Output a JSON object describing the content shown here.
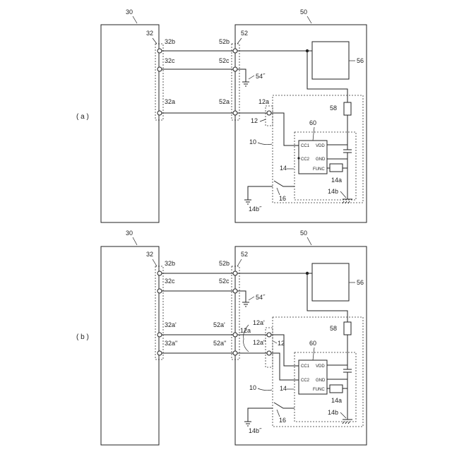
{
  "panels": [
    {
      "label": "( a )",
      "labels": {
        "host": "30",
        "host_conn": "32",
        "device": "50",
        "dev_conn": "52",
        "pin_32b": "32b",
        "pin_32c": "32c",
        "pin_32a": "32a",
        "pin_52b": "52b",
        "pin_52c": "52c",
        "pin_52a": "52a",
        "gnd_54": "54˝",
        "load": "56",
        "resistor": "58",
        "plug_pin": "12a",
        "plug": "12",
        "cable": "10",
        "chip": "60",
        "cc1": "CC1",
        "cc2": "CC2",
        "vdd": "VDD",
        "gnd": "GND",
        "func": "FUNC",
        "module": "14",
        "func_block": "14a",
        "module_gnd": "14b",
        "switch": "16",
        "switch_gnd": "14b˝"
      }
    },
    {
      "label": "( b )",
      "labels": {
        "host": "30",
        "host_conn": "32",
        "device": "50",
        "dev_conn": "52",
        "pin_32b": "32b",
        "pin_32c": "32c",
        "pin_32a1": "32aʹ",
        "pin_32a2": "32aʺ",
        "pin_52b": "52b",
        "pin_52c": "52c",
        "pin_52a1": "52aʹ",
        "pin_52a2": "52aʺ",
        "gnd_54": "54˝",
        "load": "56",
        "resistor": "58",
        "plug_pin_group": "12a",
        "plug_pin1": "12aʹ",
        "plug_pin2": "12aʺ",
        "plug": "12",
        "cable": "10",
        "chip": "60",
        "cc1": "CC1",
        "cc2": "CC2",
        "vdd": "VDD",
        "gnd": "GND",
        "func": "FUNC",
        "module": "14",
        "func_block": "14a",
        "module_gnd": "14b",
        "switch": "16",
        "switch_gnd": "14b˝"
      }
    }
  ]
}
